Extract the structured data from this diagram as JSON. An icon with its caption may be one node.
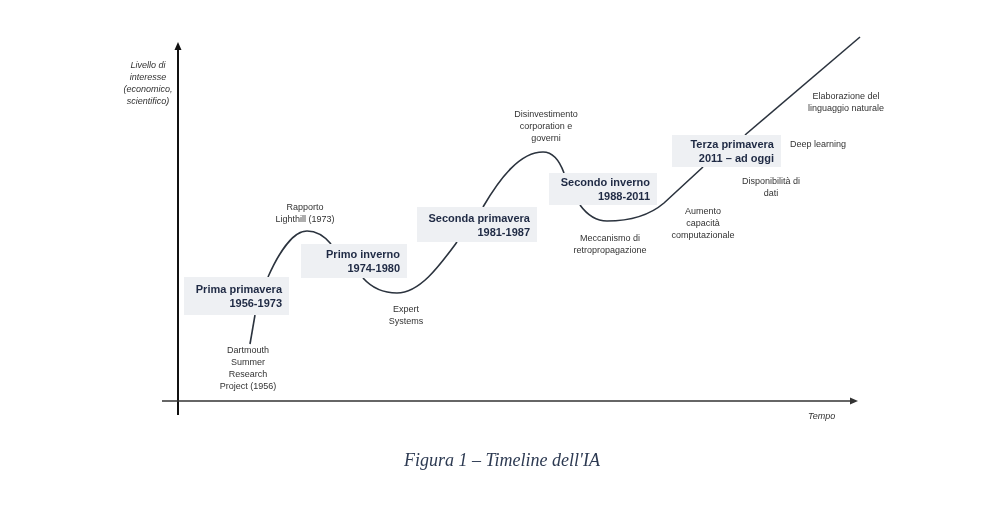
{
  "diagram": {
    "caption": "Figura 1 – Timeline dell'IA",
    "nodes": [
      {
        "text": [
          "Prima primavera",
          "1956-1973"
        ]
      },
      {
        "text": [
          "Dartmouth Summer Research Project (1956)"
        ]
      },
      {
        "text": [
          "Primo inverno",
          "1974-1980"
        ]
      },
      {
        "text": [
          "Seconda primavera",
          "1981-1987"
        ]
      },
      {
        "text": [
          "Secondo inverno",
          "1988-2011"
        ]
      },
      {
        "text": [
          "Terza primavera",
          "2011 – ad oggi"
        ]
      }
    ],
    "edges": [
      {
        "from": 1,
        "to": 0,
        "arrow": "none"
      },
      {
        "from": 0,
        "to": 2,
        "arrow": "none"
      },
      {
        "from": 2,
        "to": 3,
        "arrow": "none"
      },
      {
        "from": 3,
        "to": 4,
        "arrow": "none"
      },
      {
        "from": 4,
        "to": 5,
        "arrow": "none"
      },
      {
        "from": 5,
        "to": null,
        "arrow": "none"
      }
    ],
    "labels": [
      "Livello di interesse (economico, scientifico)",
      "Rapporto Lighthill (1973)",
      "Expert Systems",
      "Disinvestimento corporation e governi",
      "Meccanismo di retropropagazione",
      "Aumento capacità computazionale",
      "Disponibilità di dati",
      "Deep learning",
      "Elaborazione del linguaggio naturale",
      "Tempo"
    ]
  }
}
